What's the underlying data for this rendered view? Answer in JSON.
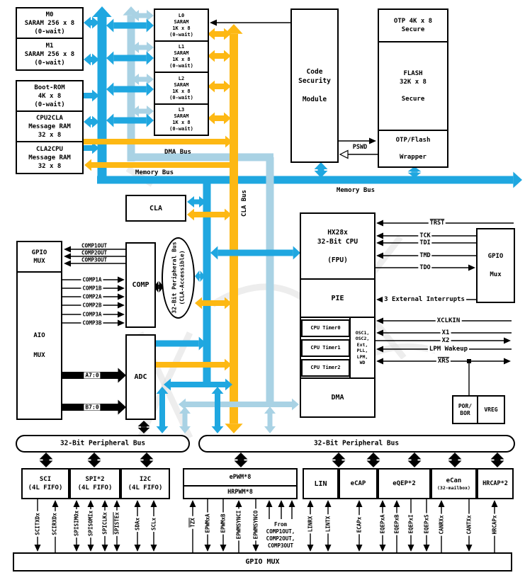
{
  "colors": {
    "blue": "#1fa7e0",
    "light_blue": "#a9d2e4",
    "yellow": "#fdb813",
    "line": "#000000"
  },
  "blocks": {
    "m0": "M0\nSARAM 256 x 8\n(0-wait)",
    "m1": "M1\nSARAM 256 x 8\n(0-wait)",
    "boot_rom": "Boot-ROM\n4K x 8\n(0-wait)",
    "cpu2cla": "CPU2CLA\nMessage RAM\n32 x 8",
    "cla2cpu": "CLA2CPU\nMessage RAM\n32 x 8",
    "l0": "L0\nSARAM\n1K x 8\n(0-wait)",
    "l1": "L1\nSARAM\n1K x 8\n(0-wait)",
    "l2": "L2\nSARAM\n1K x 8\n(0-wait)",
    "l3": "L3\nSARAM\n1K x 8\n(0-wait)",
    "csm": "Code\nSecurity\n\nModule",
    "otp": "OTP 4K x 8\nSecure",
    "flash": "FLASH\n32K x 8\n\nSecure",
    "wrapper": "OTP/Flash\n\nWrapper",
    "cla": "CLA",
    "gpio_mux_left": "GPIO\nMUX",
    "aio_mux": "AIO\n\nMUX",
    "comp": "COMP",
    "adc": "ADC",
    "cpu": "HX28x\n32-Bit CPU\n\n(FPU)",
    "pie": "PIE",
    "timer0": "CPU Timer0",
    "timer1": "CPU Timer1",
    "timer2": "CPU Timer2",
    "osc": "OSC1,\nOSC2,\nExt,\nPLL,\nLPM,\nWD",
    "dma": "DMA",
    "gpio_mux_right": "GPIO\n\nMux",
    "por_bor": "POR/\nBOR",
    "vreg": "VREG",
    "sci": "SCI\n(4L FIFO)",
    "spi": "SPI*2\n(4L FIFO)",
    "i2c": "I2C\n(4L FIFO)",
    "epwm": "ePWM*8",
    "hrpwm": "HRPWM*8",
    "lin": "LIN",
    "ecap": "eCAP",
    "eqep": "eQEP*2",
    "ecan": "eCan",
    "ecan_sub": "(32-mailbox)",
    "hrcap": "HRCAP*2",
    "gpio_mux_bottom": "GPIO MUX"
  },
  "buses": {
    "dma_bus": "DMA Bus",
    "memory_bus_left": "Memory Bus",
    "memory_bus_right": "Memory Bus",
    "cla_bus": "CLA Bus",
    "periph_bus_cla": "32-Bit Peripheral Bus\n(CLA-Accessible)",
    "periph_bus_left": "32-Bit Peripheral Bus",
    "periph_bus_right": "32-Bit Peripheral Bus",
    "pswd": "PSWD"
  },
  "signals": {
    "comp_out": [
      "COMP1OUT",
      "COMP2OUT",
      "COMP3OUT"
    ],
    "comp_in": [
      "COMP1A",
      "COMP1B",
      "COMP2A",
      "COMP2B",
      "COMP3A",
      "COMP3B"
    ],
    "adc_in": [
      "A7:0",
      "B7:0"
    ],
    "jtag": [
      "TRST",
      "TCK",
      "TDI",
      "TMD",
      "TDO"
    ],
    "ext_int": "3 External Interrupts",
    "clock": [
      "XCLKIN",
      "X1",
      "X2",
      "LPM Wakeup",
      "XRS"
    ],
    "sci": [
      "SCITXDx",
      "SCIRXDx"
    ],
    "spi": [
      "SPISIMOx",
      "SPISOMIx",
      "SPICLKx",
      "SPISTEx"
    ],
    "i2c": [
      "SDAx",
      "SCLx"
    ],
    "pwm": [
      "TZX",
      "EPWMxA",
      "EPWMxB",
      "EPWMSYNCI",
      "EPWMSYNCO"
    ],
    "pwm_from": "From\nCOMP1OUT,\nCOMP2OUT,\nCOMP3OUT",
    "peripheral_right": [
      "LINRX",
      "LINTX",
      "ECAPx",
      "EQEPxA",
      "EQEPxB",
      "EQEPxI",
      "EQEPxS",
      "CANRXx",
      "CANTXx",
      "HRCAPx"
    ]
  }
}
